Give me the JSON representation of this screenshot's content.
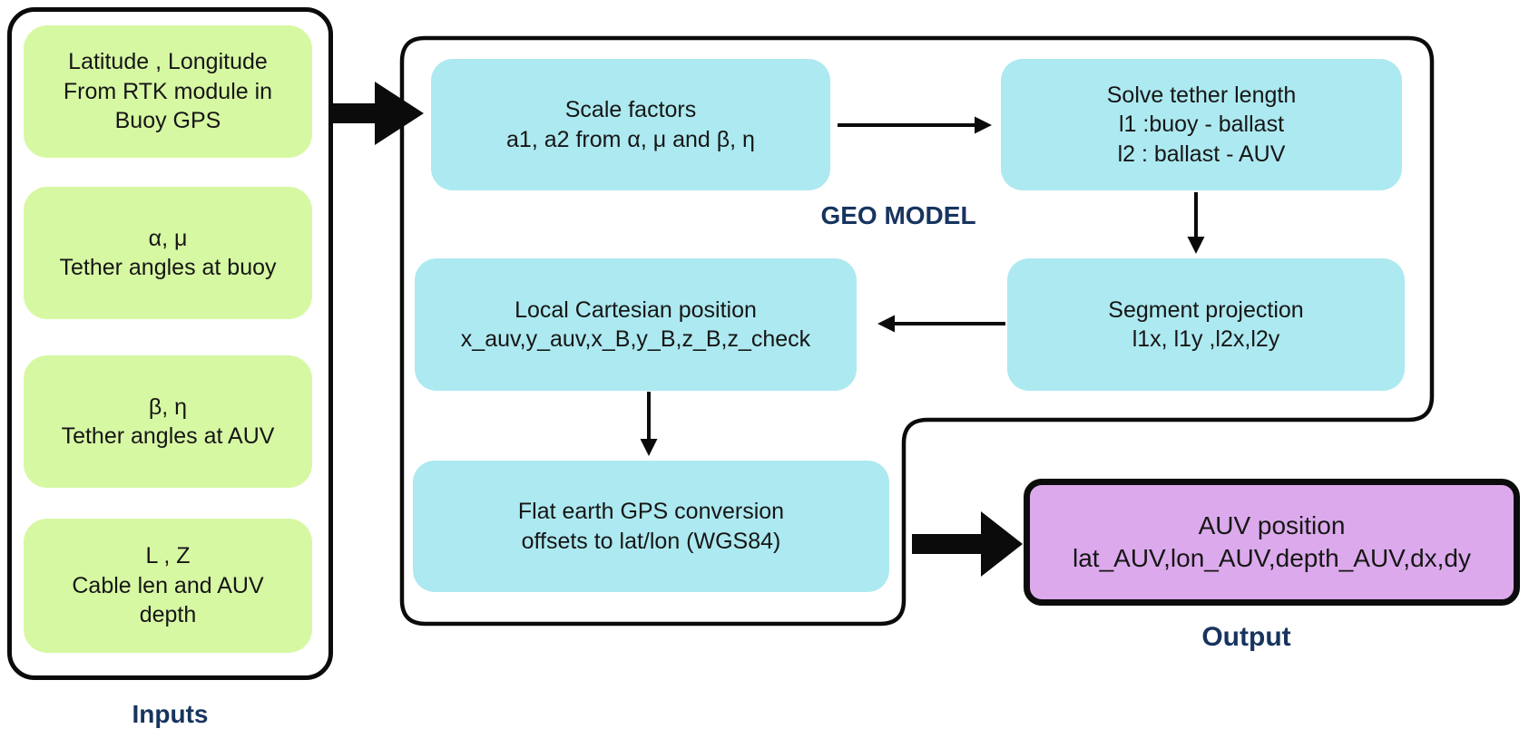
{
  "colors": {
    "input_fill": "#d7f8a3",
    "process_fill": "#ade9f0",
    "output_fill": "#dcaaec",
    "label_text": "#17345f",
    "line": "#0b0b0b"
  },
  "inputs": {
    "label": "Inputs",
    "boxes": [
      {
        "text": "Latitude , Longitude\nFrom RTK module in\nBuoy GPS"
      },
      {
        "text": "α, μ\nTether angles at buoy"
      },
      {
        "text": "β, η\nTether angles at AUV"
      },
      {
        "text": "L , Z\nCable len and AUV\ndepth"
      }
    ]
  },
  "geo_model": {
    "label": "GEO MODEL",
    "boxes": [
      {
        "text": "Scale factors\na1, a2 from α, μ and β, η"
      },
      {
        "text": "Solve tether length\nl1 :buoy - ballast\nl2 : ballast - AUV"
      },
      {
        "text": "Segment projection\nl1x, l1y ,l2x,l2y"
      },
      {
        "text": "Local Cartesian position\nx_auv,y_auv,x_B,y_B,z_B,z_check"
      },
      {
        "text": "Flat earth GPS conversion\noffsets to lat/lon (WGS84)"
      }
    ]
  },
  "output": {
    "label": "Output",
    "box": {
      "text": "AUV position\nlat_AUV,lon_AUV,depth_AUV,dx,dy"
    }
  }
}
